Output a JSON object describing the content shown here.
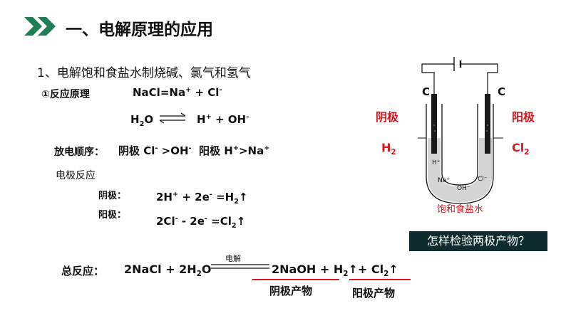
{
  "colors": {
    "accent_green": "#1e7f56",
    "red": "#d6171f",
    "question_bg": "#0f2d2f"
  },
  "header": {
    "icon": "double-chevron-icon",
    "title": "一、电解原理的应用"
  },
  "section": {
    "heading": "1、电解饱和食盐水制烧碱、氯气和氢气"
  },
  "principle": {
    "label": "①反应原理",
    "eq1": {
      "a": "NaCl=Na",
      "a_sup": "+",
      "b": " + Cl",
      "b_sup": "-"
    },
    "eq2": {
      "a": "H",
      "a_sub": "2",
      "b": "O",
      "c": "H",
      "c_sup": "+",
      "d": " + OH",
      "d_sup": "-"
    }
  },
  "discharge": {
    "label": "放电顺序：",
    "yin": "阴极 Cl",
    "yin_sup": "-",
    "yin2": " >OH",
    "yin2_sup": "-",
    "yang": "阳极 H",
    "yang_sup": "+",
    "yang2": ">Na",
    "yang2_sup": "+"
  },
  "electrode": {
    "heading": "电极反应",
    "cathode_label": "阴极：",
    "cathode_eq": {
      "a": "2H",
      "a_sup": "+",
      "b": " + 2e",
      "b_sup": "-",
      "c": " =H",
      "c_sub": "2",
      "d": "↑"
    },
    "anode_label": "阳极：",
    "anode_eq": {
      "a": "2Cl",
      "a_sup": "-",
      "b": "  -  2e",
      "b_sup": "-",
      "c": " =Cl",
      "c_sub": "2",
      "d": "↑"
    }
  },
  "total": {
    "label": "总反应：",
    "left": "2NaCl + 2H",
    "left_sub": "2",
    "left2": "O",
    "arrow_label": "电解",
    "r1": "2NaOH + ",
    "r2": "H",
    "r2_sub": "2",
    "r3": "↑+ Cl",
    "r3_sub": "2",
    "r4": "↑",
    "cathode_product": "阴极产物",
    "anode_product": "阳极产物"
  },
  "diagram": {
    "left_electrode": "C",
    "right_electrode": "C",
    "cathode": "阴极",
    "anode": "阳极",
    "h2": "H",
    "h2_sub": "2",
    "cl2": "Cl",
    "cl2_sub": "2",
    "ion_h": "H⁺",
    "ion_na": "Na⁺",
    "ion_oh": "OH⁻",
    "ion_cl": "Cl⁻",
    "caption": "饱和食盐水"
  },
  "question": {
    "text": "怎样检验两极产物？"
  }
}
